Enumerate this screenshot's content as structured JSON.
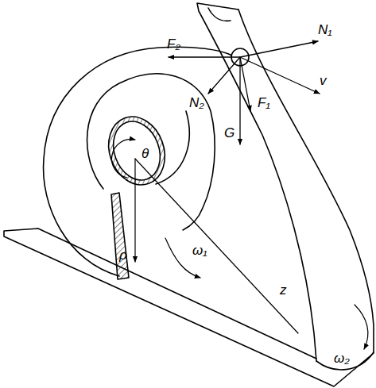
{
  "diagram": {
    "labels": [
      "N₁",
      "F₂",
      "v",
      "N₂",
      "F₁",
      "G",
      "θ",
      "ρ",
      "ω₁",
      "z",
      "ω₂"
    ]
  }
}
